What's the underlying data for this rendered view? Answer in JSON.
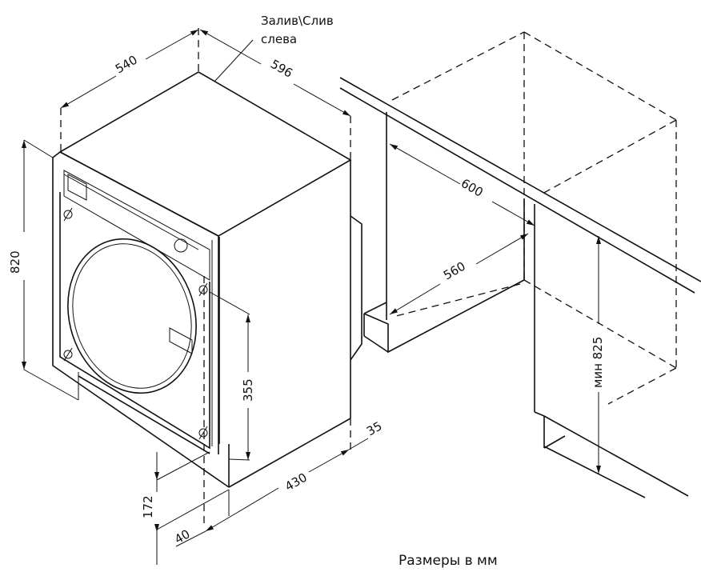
{
  "note": {
    "line1": "Залив\\Слив",
    "line2": "слева"
  },
  "dimensions": {
    "depth_top": "540",
    "width_top": "596",
    "height": "820",
    "door_height": "355",
    "plinth_height": "172",
    "plinth_offset": "40",
    "base_width": "430",
    "side_offset": "35",
    "niche_width": "600",
    "niche_depth": "560",
    "niche_height": "мин 825"
  },
  "caption": "Размеры в мм"
}
